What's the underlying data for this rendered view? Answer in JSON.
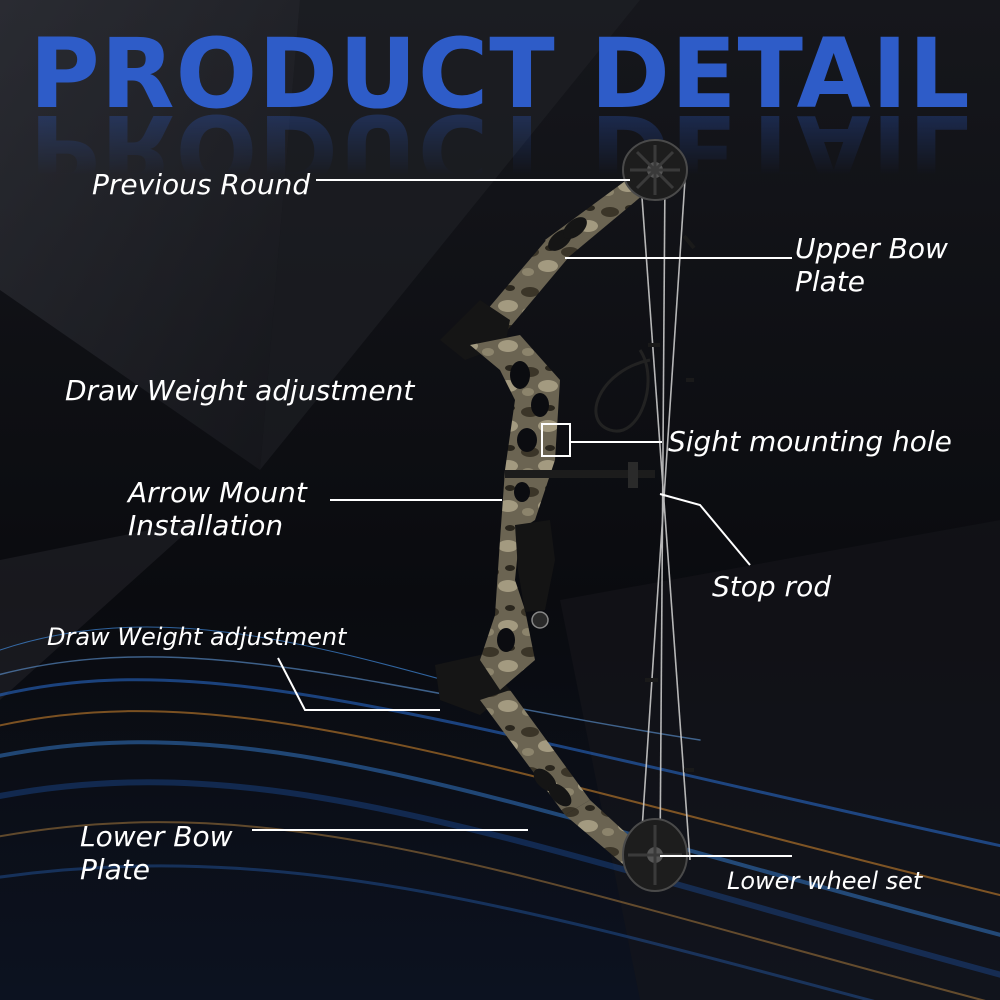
{
  "title": "PRODUCT DETAIL",
  "labels": {
    "previous_round": "Previous Round",
    "upper_bow_plate": "Upper Bow\nPlate",
    "draw_weight_upper": "Draw Weight adjustment",
    "sight_mounting_hole": "Sight mounting hole",
    "arrow_mount": "Arrow Mount\nInstallation",
    "stop_rod": "Stop rod",
    "draw_weight_lower": "Draw Weight adjustment",
    "lower_bow_plate": "Lower Bow\nPlate",
    "lower_wheel_set": "Lower wheel set"
  },
  "colors": {
    "title": "#2e5cc8",
    "label_text": "#ffffff",
    "leader_line": "#ffffff",
    "background": "#0b0c10",
    "camo_base": "#6b6452"
  }
}
